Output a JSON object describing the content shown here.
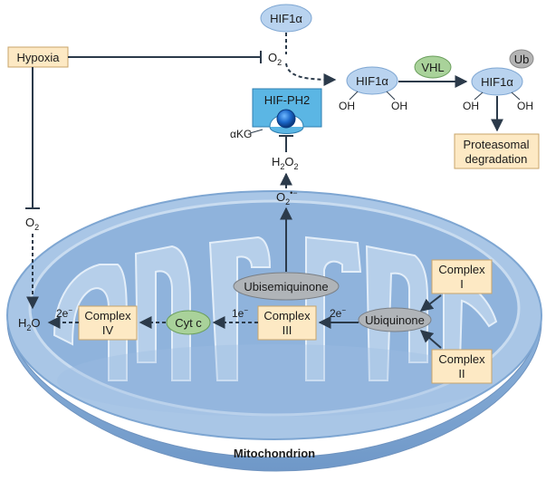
{
  "hypoxia": "Hypoxia",
  "o2": "O",
  "o2_sub": "2",
  "hif1a": "HIF1α",
  "oh": "OH",
  "vhl": "VHL",
  "ub": "Ub",
  "hif_ph2": "HIF-PH2",
  "akg": "αKG",
  "h2o2": {
    "h": "H",
    "s1": "2",
    "o": "O",
    "s2": "2"
  },
  "superoxide": {
    "o": "O",
    "s": "2",
    "sup": "•−"
  },
  "proteasomal": {
    "line1": "Proteasomal",
    "line2": "degradation"
  },
  "ubisemiquinone": "Ubisemiquinone",
  "ubiquinone": "Ubiquinone",
  "complex_i": {
    "line1": "Complex",
    "line2": "I"
  },
  "complex_ii": {
    "line1": "Complex",
    "line2": "II"
  },
  "complex_iii": {
    "line1": "Complex",
    "line2": "III"
  },
  "complex_iv": {
    "line1": "Complex",
    "line2": "IV"
  },
  "cytc": "Cyt c",
  "e1": {
    "n": "1e",
    "sup": "−"
  },
  "e2a": {
    "n": "2e",
    "sup": "−"
  },
  "e2b": {
    "n": "2e",
    "sup": "−"
  },
  "h2o": {
    "h": "H",
    "s": "2",
    "o": "O"
  },
  "mitochondrion": "Mitochondrion",
  "colors": {
    "box_fill": "#fde9c4",
    "box_stroke": "#c8a46a",
    "hif_fill": "#b9d3ef",
    "vhl_fill": "#a9d29a",
    "cytc_fill": "#a9d29a",
    "ub_fill": "#b4b4b4",
    "quinone_fill": "#b0b4b8",
    "ph2_fill": "#5bb6e4",
    "mito_fill": "#a9c6e6",
    "mito_dark": "#7ea6d2",
    "ink": "#2b3a4a"
  }
}
